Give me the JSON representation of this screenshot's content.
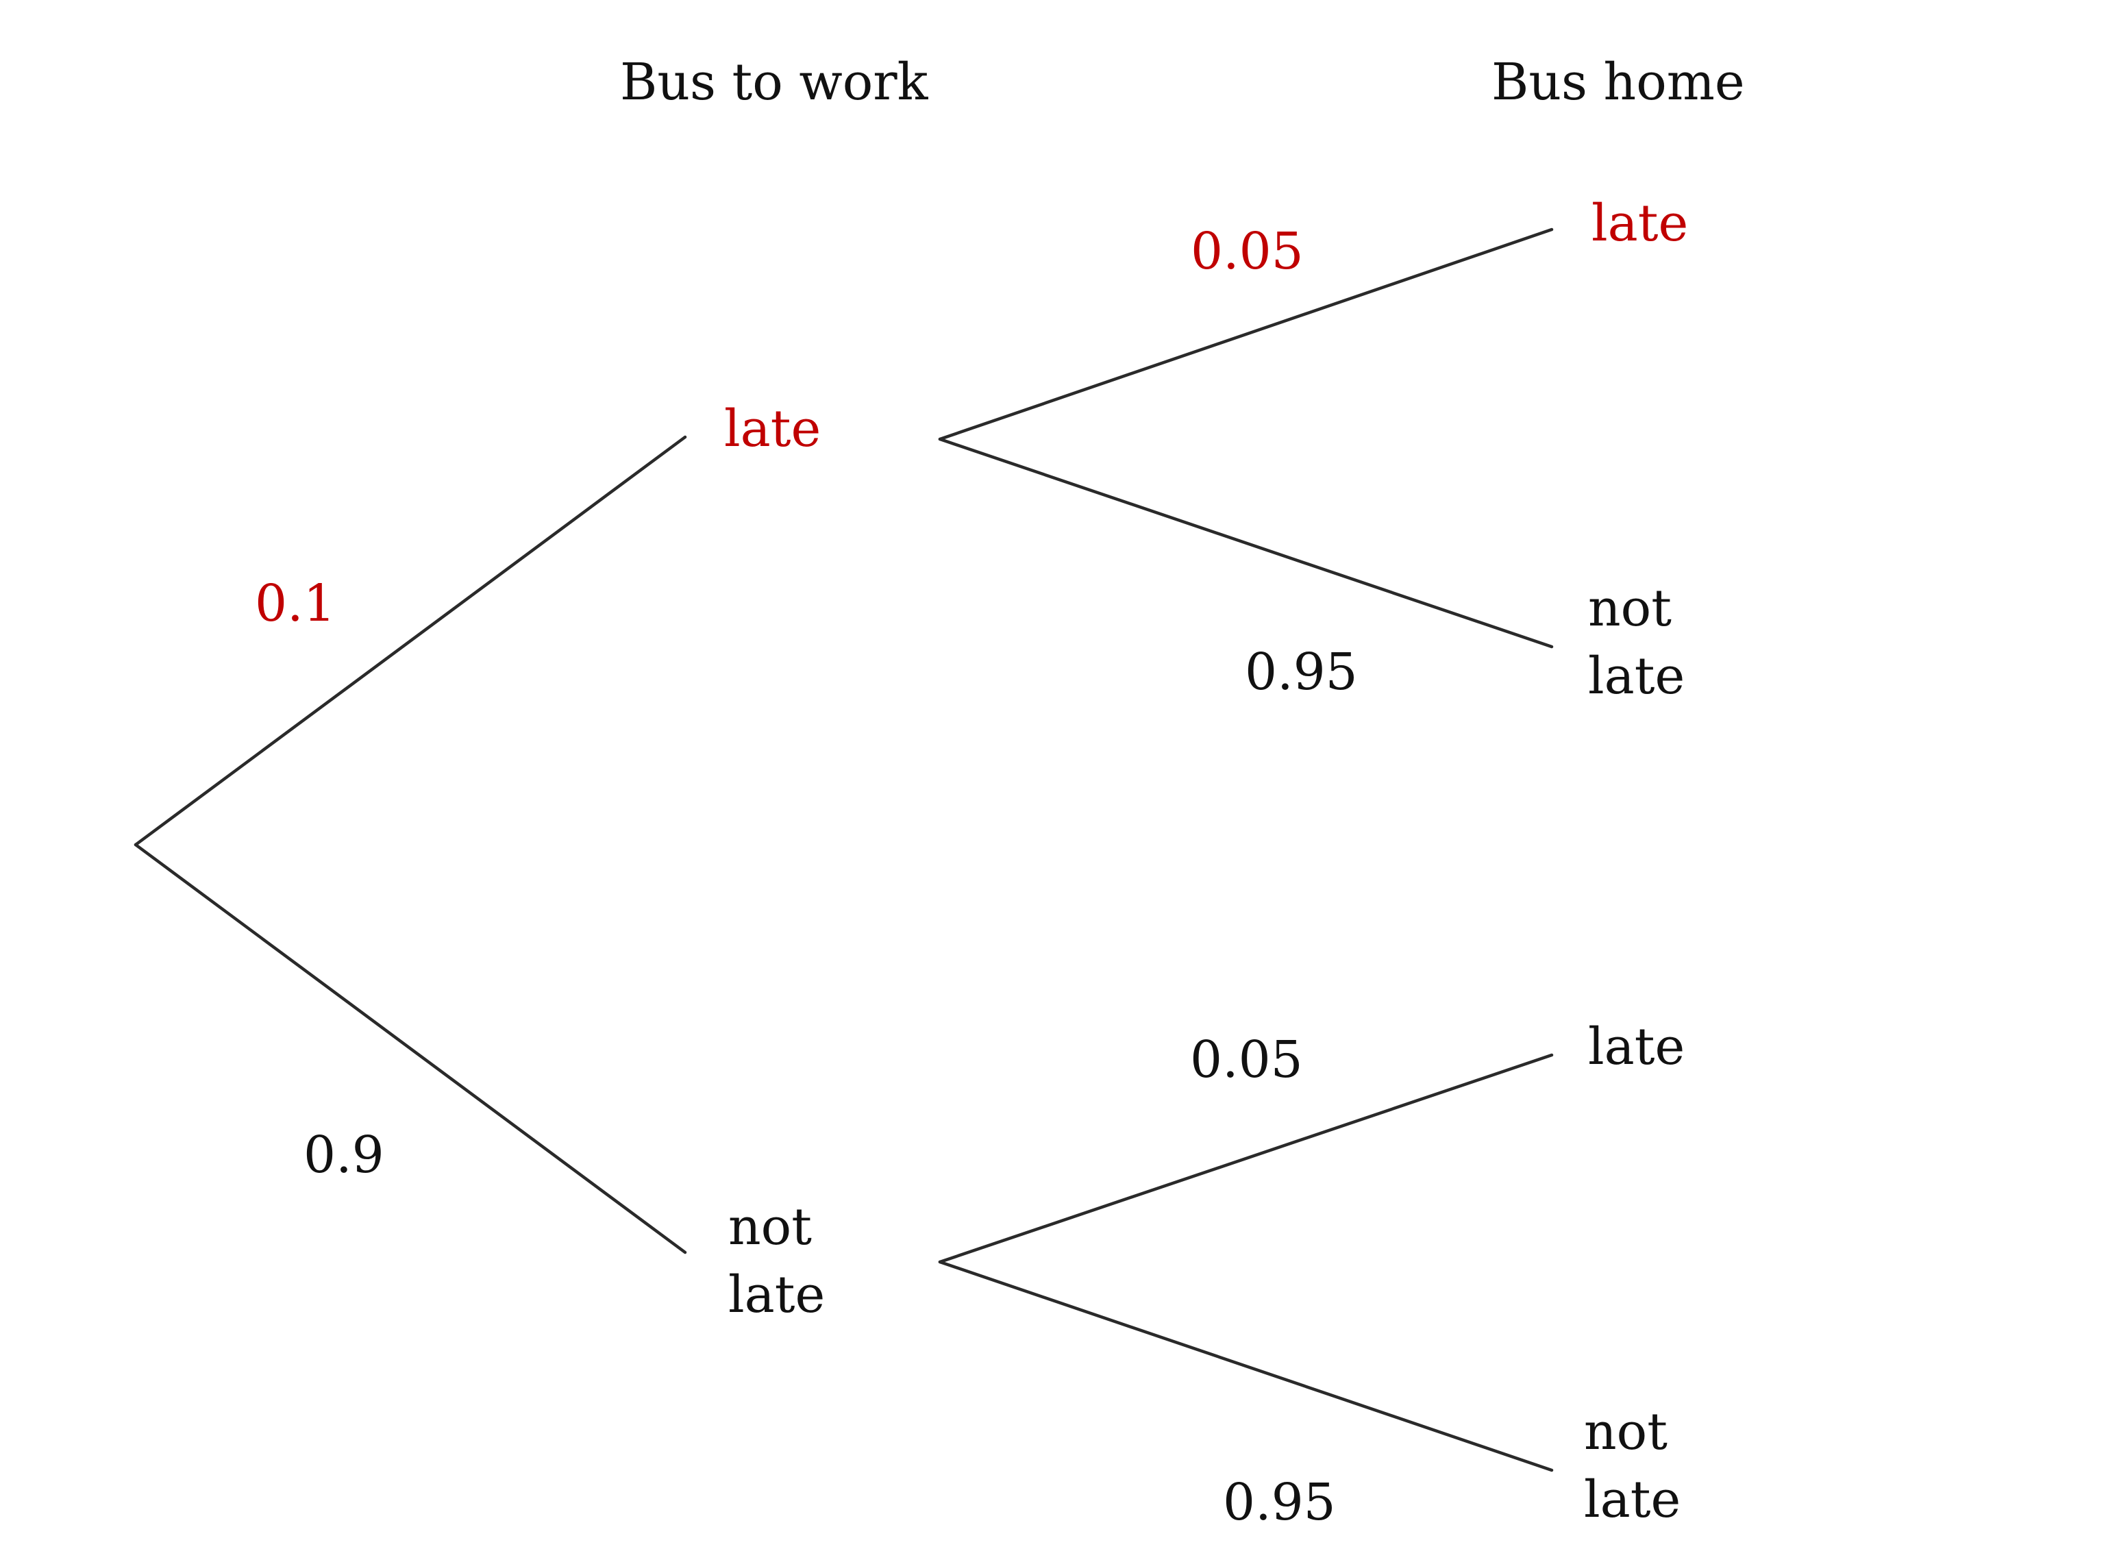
{
  "headers": {
    "stage1": "Bus to work",
    "stage2": "Bus home"
  },
  "colors": {
    "highlight": "#c00000",
    "text": "#111111",
    "line": "#2a2a2a"
  },
  "stage1": {
    "upper": {
      "outcome": "late",
      "probability": "0.1",
      "highlighted": true
    },
    "lower": {
      "outcome_line1": "not",
      "outcome_line2": "late",
      "probability": "0.9",
      "highlighted": false
    }
  },
  "stage2_after_late": {
    "upper": {
      "outcome": "late",
      "probability": "0.05",
      "highlighted": true
    },
    "lower": {
      "outcome_line1": "not",
      "outcome_line2": "late",
      "probability": "0.95",
      "highlighted": false
    }
  },
  "stage2_after_not_late": {
    "upper": {
      "outcome": "late",
      "probability": "0.05",
      "highlighted": false
    },
    "lower": {
      "outcome_line1": "not",
      "outcome_line2": "late",
      "probability": "0.95",
      "highlighted": false
    }
  }
}
